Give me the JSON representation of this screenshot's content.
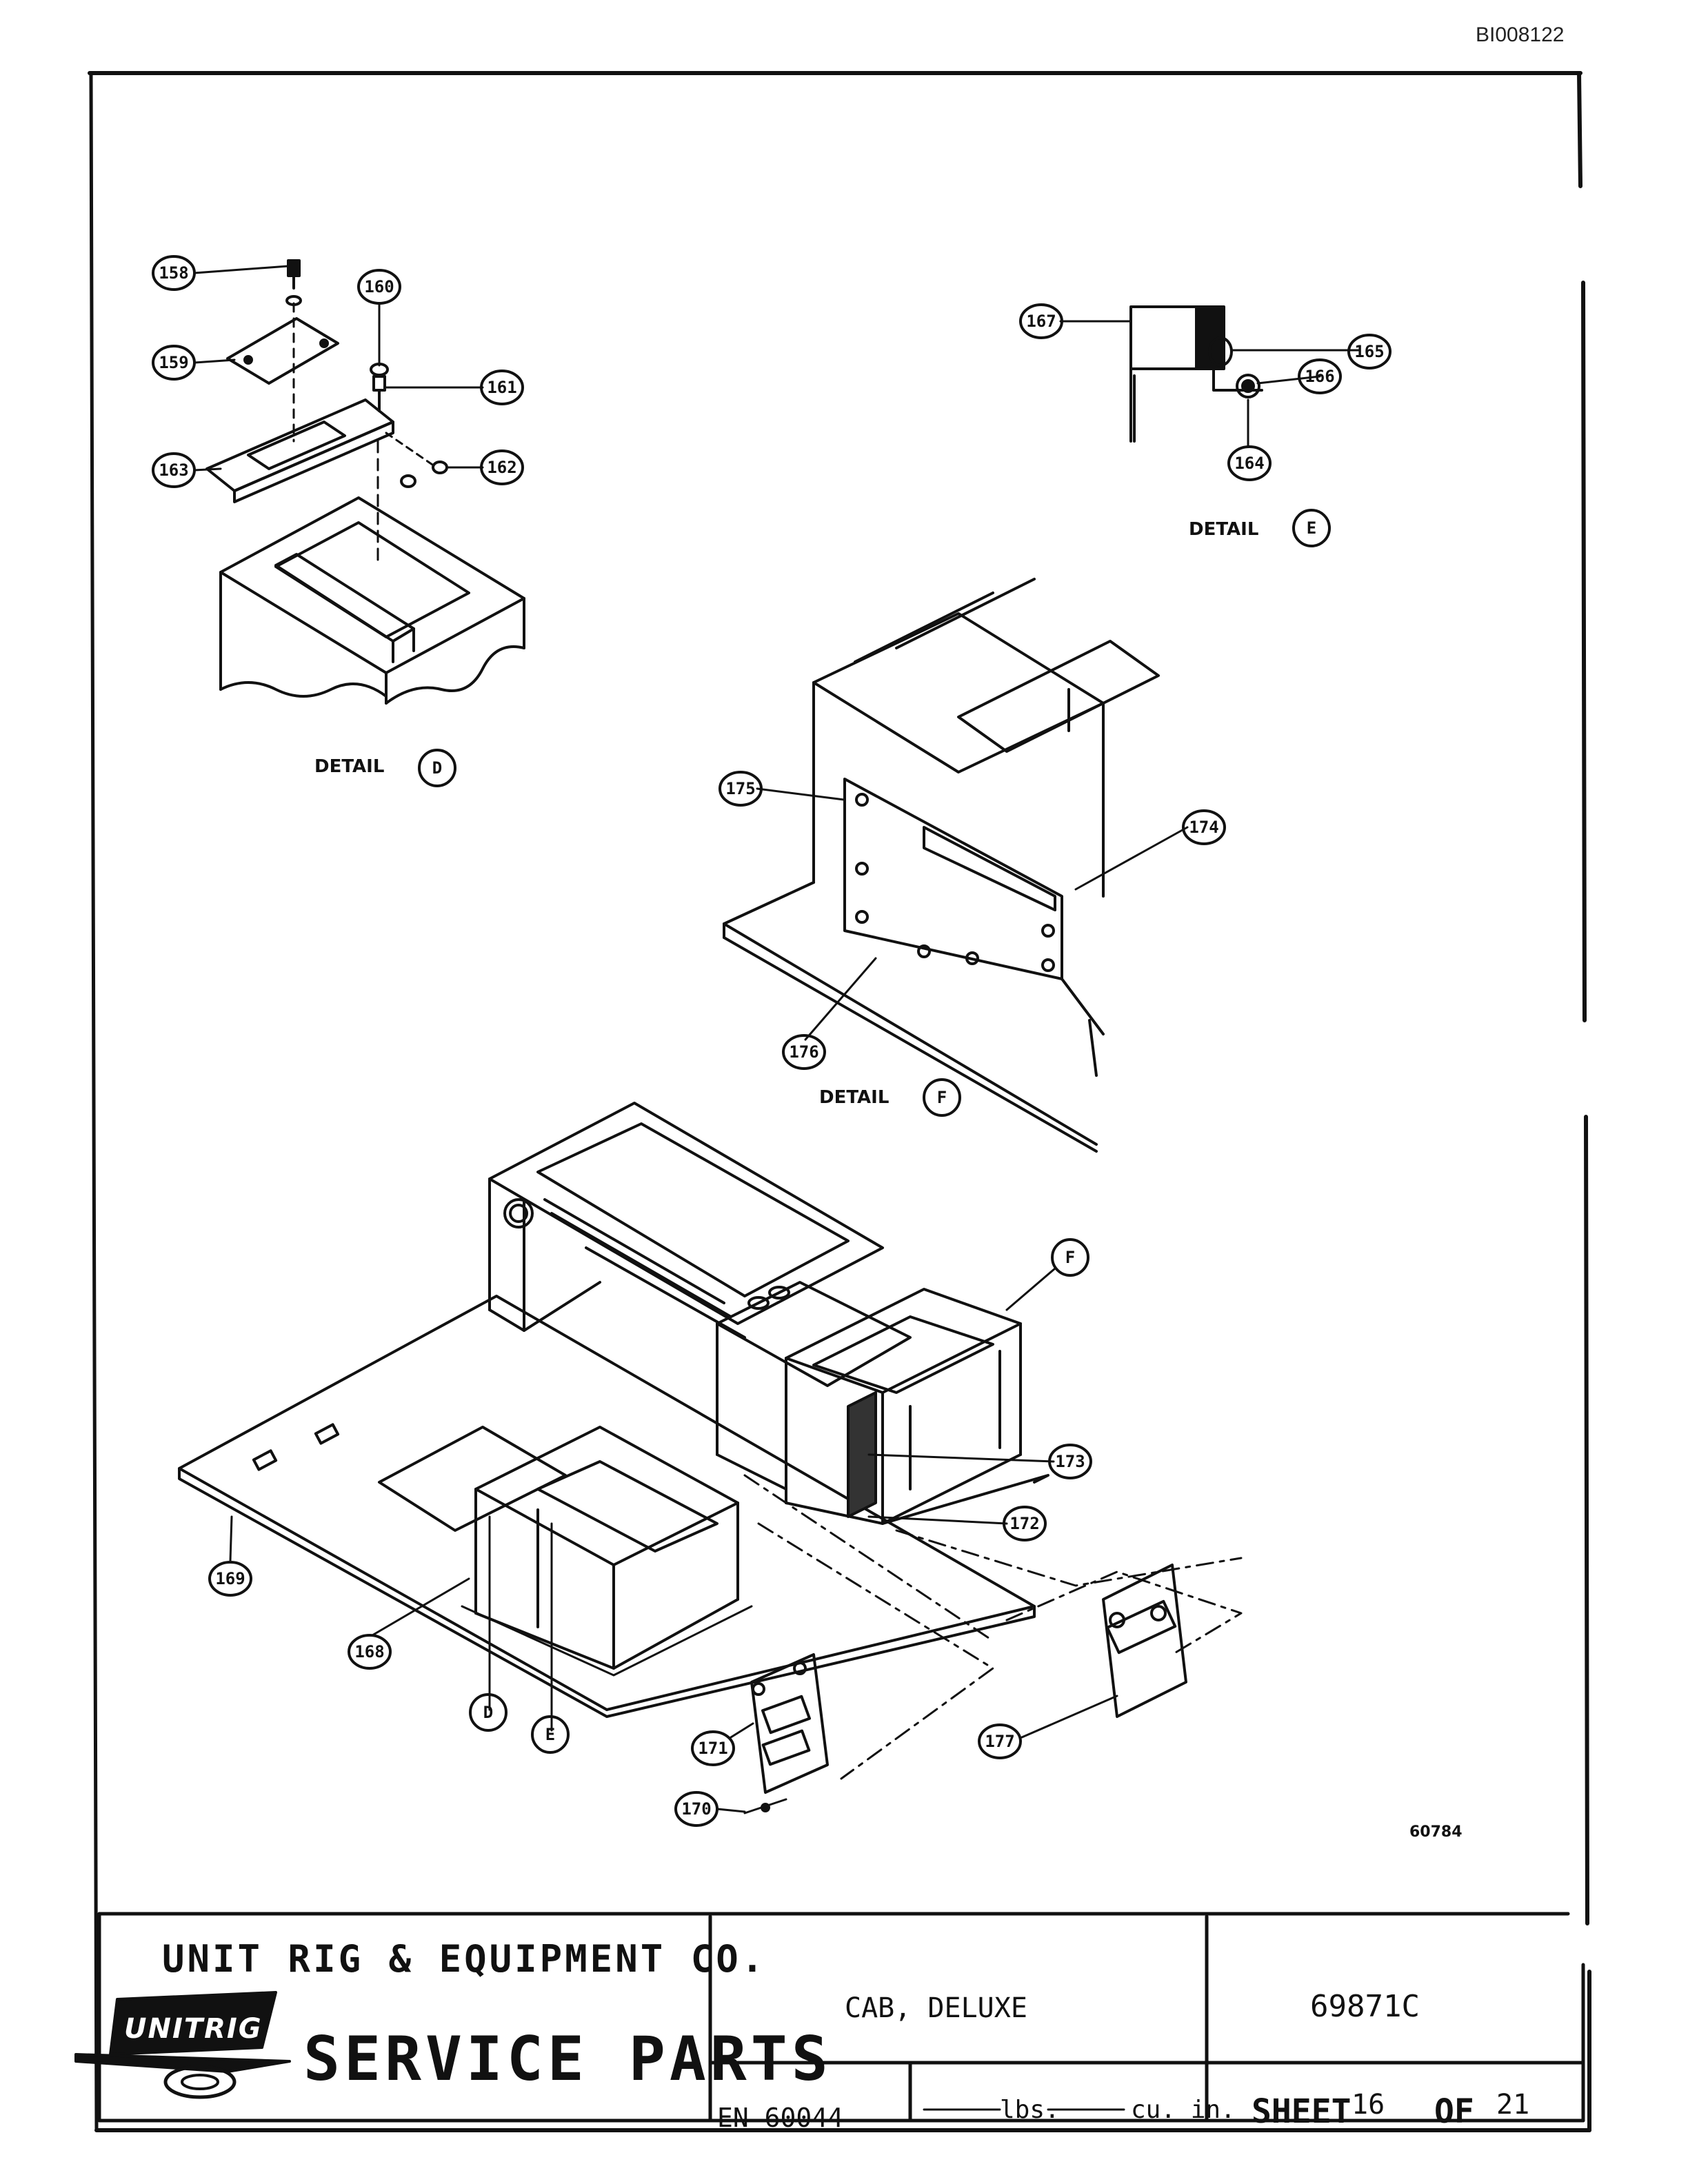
{
  "document_id": "BI008122",
  "callouts": [
    "158",
    "159",
    "160",
    "161",
    "162",
    "163",
    "164",
    "165",
    "166",
    "167",
    "168",
    "169",
    "170",
    "171",
    "172",
    "173",
    "174",
    "175",
    "176",
    "177"
  ],
  "detail_labels": {
    "detail_d": "DETAIL",
    "detail_e": "DETAIL",
    "detail_f": "DETAIL",
    "letter_d": "D",
    "letter_e": "E",
    "letter_f": "F"
  },
  "pointer_letters": {
    "d": "D",
    "e": "E",
    "f": "F"
  },
  "drawing_number": "60784",
  "title_block": {
    "company": "UNIT RIG & EQUIPMENT CO.",
    "logo_text": "UNITRIG",
    "service_parts": "SERVICE PARTS",
    "title": "CAB, DELUXE",
    "part_number": "69871C",
    "en": "EN 60044",
    "lbs": "lbs.",
    "cu_in": "cu. in.",
    "sheet_label": "SHEET",
    "sheet_number": "16",
    "of_label": "OF",
    "sheet_total": "21"
  }
}
